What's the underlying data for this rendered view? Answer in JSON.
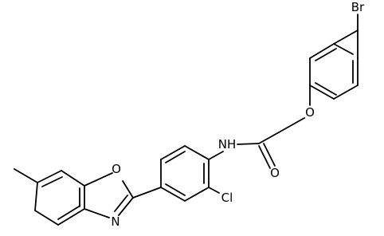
{
  "atoms": {
    "Br": "Br",
    "O_ether": "O",
    "O_carbonyl": "O",
    "NH": "NH",
    "Cl": "Cl",
    "O_oxazole": "O",
    "N_oxazole": "N"
  },
  "colors": {
    "bond": "#000000",
    "label": "#000000",
    "background": "#ffffff"
  }
}
